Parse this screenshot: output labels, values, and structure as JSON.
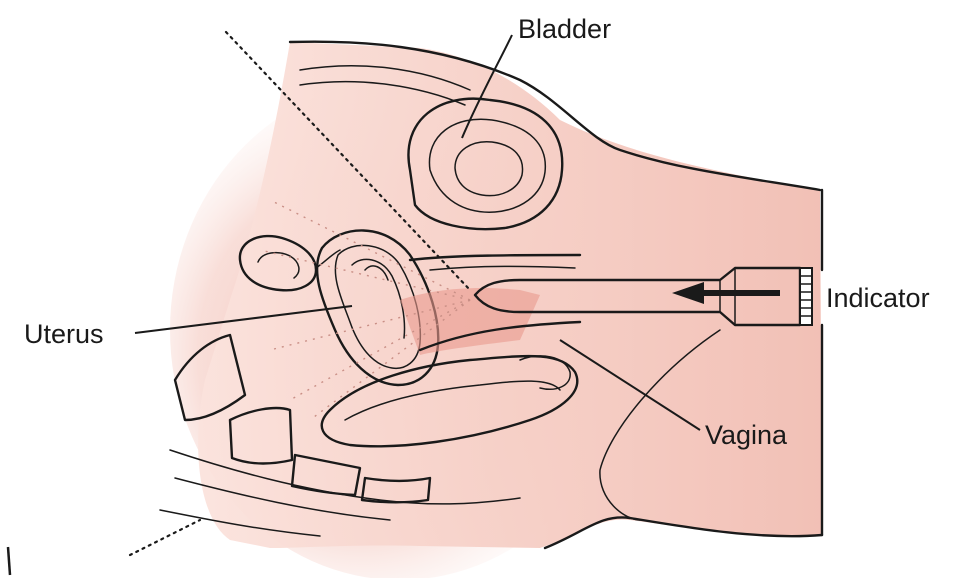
{
  "labels": {
    "bladder": "Bladder",
    "uterus": "Uterus",
    "indicator": "Indicator",
    "vagina": "Vagina"
  },
  "colors": {
    "skin": "#f3c4bb",
    "skin_light": "#f9e0da",
    "highlight": "#e99a8e",
    "ink": "#1a1a1a",
    "probe": "#ffffff"
  }
}
